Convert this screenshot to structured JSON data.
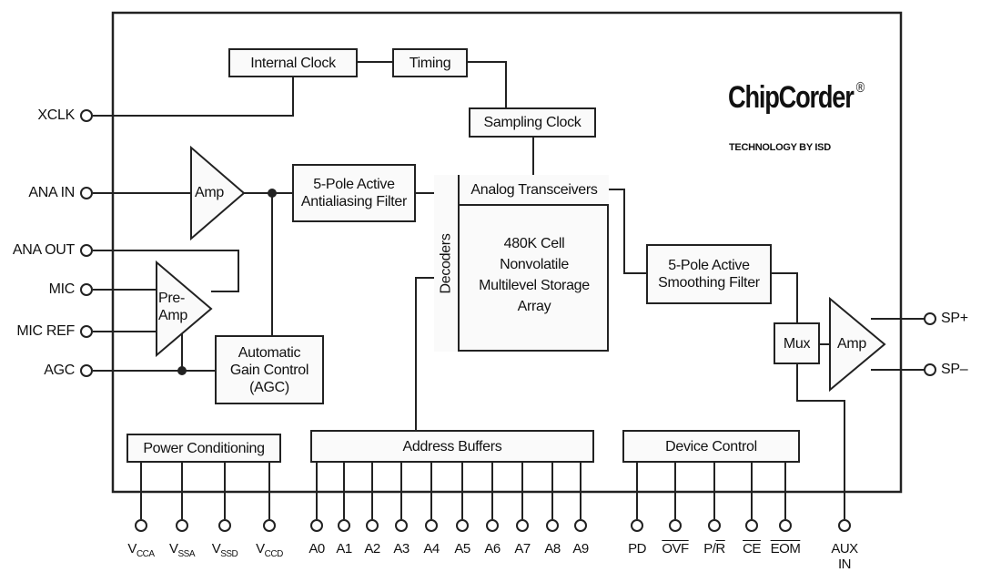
{
  "blocks": {
    "internal_clock": "Internal Clock",
    "timing": "Timing",
    "sampling_clock": "Sampling Clock",
    "antialiasing_filter": [
      "5-Pole Active",
      "Antialiasing Filter"
    ],
    "analog_transceivers": "Analog Transceivers",
    "decoders": "Decoders",
    "storage_array": [
      "480K Cell",
      "Nonvolatile",
      "Multilevel Storage",
      "Array"
    ],
    "smoothing_filter": [
      "5-Pole Active",
      "Smoothing Filter"
    ],
    "agc": [
      "Automatic",
      "Gain Control",
      "(AGC)"
    ],
    "power_conditioning": "Power Conditioning",
    "address_buffers": "Address Buffers",
    "device_control": "Device Control",
    "mux": "Mux"
  },
  "amplifiers": {
    "input_amp": "Amp",
    "pre_amp": [
      "Pre-",
      "Amp"
    ],
    "output_amp": "Amp"
  },
  "brand": {
    "name": "ChipCorder",
    "registered_mark": "®",
    "tagline": "TECHNOLOGY BY ISD"
  },
  "pins_left": [
    "XCLK",
    "ANA IN",
    "ANA OUT",
    "MIC",
    "MIC REF",
    "AGC"
  ],
  "pins_right": [
    "SP+",
    "SP–"
  ],
  "pins_bottom": [
    {
      "base": "V",
      "sub": "CCA"
    },
    {
      "base": "V",
      "sub": "SSA"
    },
    {
      "base": "V",
      "sub": "SSD"
    },
    {
      "base": "V",
      "sub": "CCD"
    },
    {
      "base": "A0"
    },
    {
      "base": "A1"
    },
    {
      "base": "A2"
    },
    {
      "base": "A3"
    },
    {
      "base": "A4"
    },
    {
      "base": "A5"
    },
    {
      "base": "A6"
    },
    {
      "base": "A7"
    },
    {
      "base": "A8"
    },
    {
      "base": "A9"
    },
    {
      "base": "PD"
    },
    {
      "base": "OVF",
      "overline": true
    },
    {
      "base": "P/",
      "overline_tail": "R"
    },
    {
      "base": "CE",
      "overline": true
    },
    {
      "base": "EOM",
      "overline": true
    },
    {
      "base": "AUX IN"
    }
  ]
}
